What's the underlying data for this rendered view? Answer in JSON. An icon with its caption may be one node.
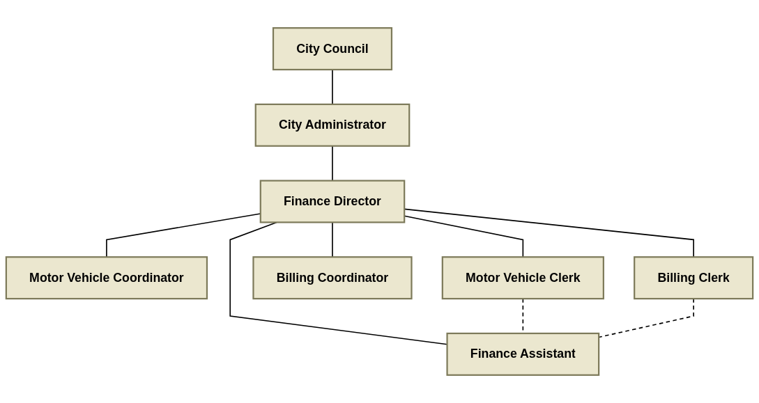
{
  "diagram": {
    "nodes": [
      {
        "text": [
          "City Council"
        ]
      },
      {
        "text": [
          "City Administrator"
        ]
      },
      {
        "text": [
          "Finance Director"
        ]
      },
      {
        "text": [
          "Motor Vehicle Coordinator"
        ]
      },
      {
        "text": [
          "Motor Vehicle Clerk"
        ]
      },
      {
        "text": [
          "Finance Assistant"
        ]
      },
      {
        "text": [
          "Billing Coordinator"
        ]
      },
      {
        "text": [
          "Billing Clerk"
        ]
      }
    ],
    "edges": [
      {
        "from": 0,
        "to": 1,
        "arrow": "none"
      },
      {
        "from": 1,
        "to": 2,
        "arrow": "none"
      },
      {
        "from": 2,
        "to": 3,
        "arrow": "none"
      },
      {
        "from": 2,
        "to": 4,
        "arrow": "none"
      },
      {
        "from": 2,
        "to": 5,
        "arrow": "none"
      },
      {
        "from": 2,
        "to": 6,
        "arrow": "none"
      },
      {
        "from": 2,
        "to": 7,
        "arrow": "none"
      },
      {
        "from": 4,
        "to": 5,
        "arrow": "none",
        "style": "dashed"
      },
      {
        "from": 7,
        "to": 5,
        "arrow": "none",
        "style": "dashed"
      }
    ]
  }
}
